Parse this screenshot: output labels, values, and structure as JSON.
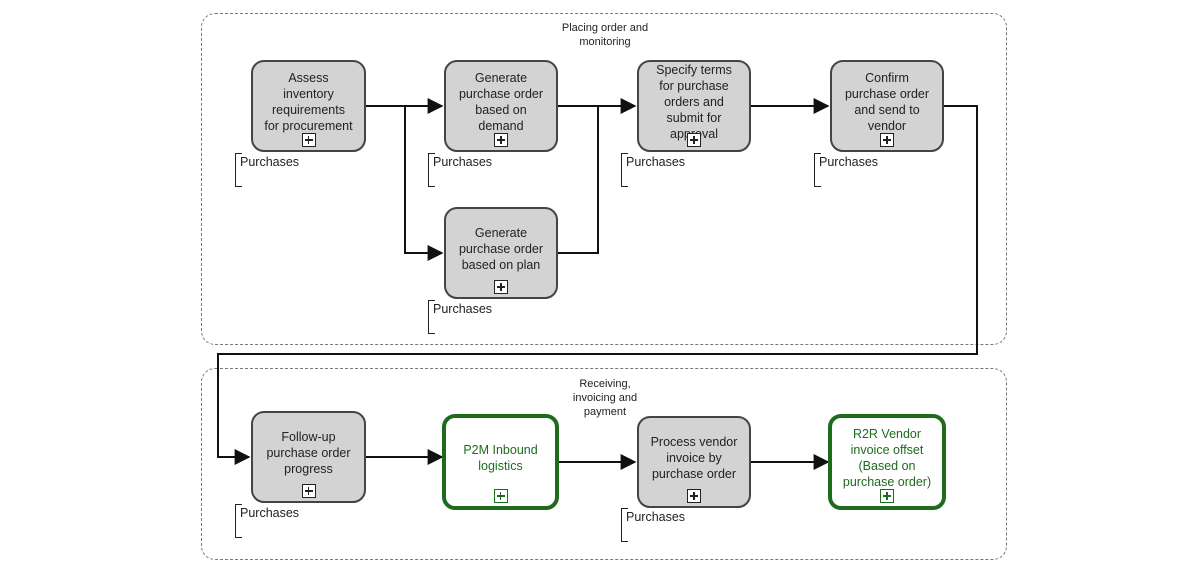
{
  "groups": [
    {
      "id": "placing",
      "title": "Placing order and\nmonitoring"
    },
    {
      "id": "receiving",
      "title": "Receiving,\ninvoicing and\npayment"
    }
  ],
  "tasks": {
    "assess": {
      "label": "Assess\ninventory\nrequirements\nfor procurement",
      "annotation": "Purchases"
    },
    "gen_demand": {
      "label": "Generate\npurchase order\nbased on\ndemand",
      "annotation": "Purchases"
    },
    "gen_plan": {
      "label": "Generate\npurchase order\nbased on plan",
      "annotation": "Purchases"
    },
    "specify": {
      "label": "Specify terms\nfor purchase\norders and\nsubmit for\napproval",
      "annotation": "Purchases"
    },
    "confirm": {
      "label": "Confirm\npurchase order\nand send to\nvendor",
      "annotation": "Purchases"
    },
    "followup": {
      "label": "Follow-up\npurchase order\nprogress",
      "annotation": "Purchases"
    },
    "p2m": {
      "label": "P2M Inbound\nlogistics"
    },
    "process": {
      "label": "Process vendor\ninvoice by\npurchase order",
      "annotation": "Purchases"
    },
    "r2r": {
      "label": "R2R Vendor\ninvoice offset\n(Based on\npurchase order)"
    }
  },
  "colors": {
    "task_fill": "#d3d3d3",
    "task_border": "#444444",
    "linked_border": "#1e6b1e",
    "group_border": "#777777"
  }
}
